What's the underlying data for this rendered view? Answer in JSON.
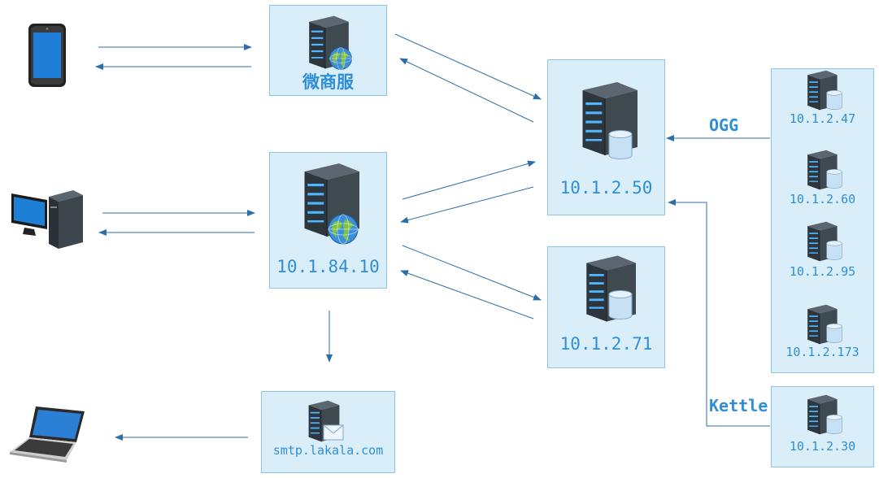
{
  "nodes": {
    "weishangfu": {
      "label": "微商服"
    },
    "app_server": {
      "label": "10.1.84.10"
    },
    "mail_server": {
      "label": "smtp.lakala.com"
    },
    "db_main": {
      "label": "10.1.2.50"
    },
    "db_71": {
      "label": "10.1.2.71"
    },
    "src_47": {
      "label": "10.1.2.47"
    },
    "src_60": {
      "label": "10.1.2.60"
    },
    "src_95": {
      "label": "10.1.2.95"
    },
    "src_173": {
      "label": "10.1.2.173"
    },
    "src_30": {
      "label": "10.1.2.30"
    }
  },
  "edge_labels": {
    "ogg": "OGG",
    "kettle": "Kettle"
  },
  "icons": {
    "phone": "mobile-phone-icon",
    "desktop": "desktop-computer-icon",
    "laptop": "laptop-icon",
    "server": "server-icon",
    "globe": "globe-icon",
    "database": "database-cylinder-icon",
    "mail": "envelope-icon"
  },
  "colors": {
    "box_fill": "#daeef9",
    "box_border": "#8ec3e6",
    "label": "#2f8fd6",
    "arrow": "#2c6ea5"
  }
}
